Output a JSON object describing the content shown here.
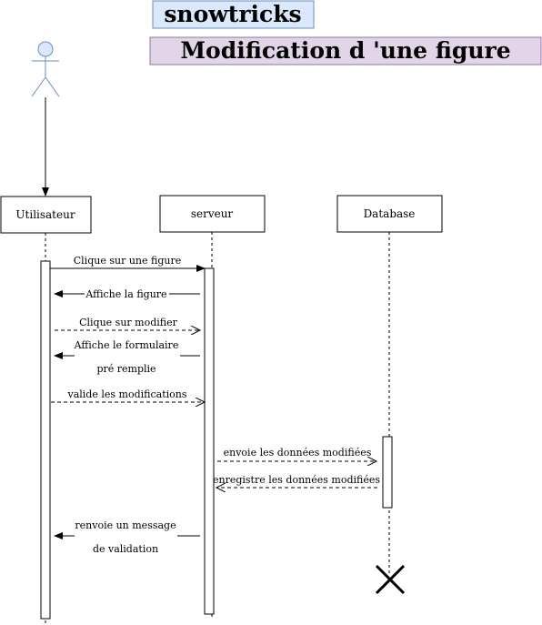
{
  "titles": {
    "app": "snowtricks",
    "diagram": "Modification d 'une figure"
  },
  "colors": {
    "app_title_fill": "#dae8fc",
    "app_title_stroke": "#6c8ebf",
    "diagram_title_fill": "#e1d5e7",
    "diagram_title_stroke": "#9673a6",
    "actor_fill": "#dae8fc",
    "actor_stroke": "#6c8ebf"
  },
  "participants": [
    {
      "id": "utilisateur",
      "label": "Utilisateur"
    },
    {
      "id": "serveur",
      "label": "serveur"
    },
    {
      "id": "database",
      "label": "Database"
    }
  ],
  "messages": [
    {
      "id": "m1",
      "lines": [
        "Clique sur une figure"
      ],
      "style": "solid",
      "direction": "right"
    },
    {
      "id": "m2",
      "lines": [
        "Affiche la figure"
      ],
      "style": "solid",
      "direction": "left"
    },
    {
      "id": "m3",
      "lines": [
        "Clique sur modifier"
      ],
      "style": "dashed",
      "direction": "right"
    },
    {
      "id": "m4",
      "lines": [
        "Affiche le formulaire",
        "pré remplie"
      ],
      "style": "solid",
      "direction": "left"
    },
    {
      "id": "m5",
      "lines": [
        "valide les modifications"
      ],
      "style": "dashed",
      "direction": "right"
    },
    {
      "id": "m6",
      "lines": [
        "envoie les données modifiées"
      ],
      "style": "dashed",
      "direction": "right"
    },
    {
      "id": "m7",
      "lines": [
        "enregistre les données modifiées"
      ],
      "style": "dashed",
      "direction": "left"
    },
    {
      "id": "m8",
      "lines": [
        "renvoie un message",
        "de validation"
      ],
      "style": "solid",
      "direction": "left"
    }
  ]
}
